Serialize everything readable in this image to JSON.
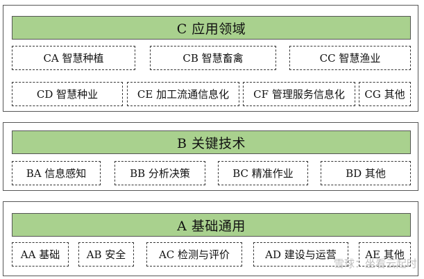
{
  "sections": {
    "c": {
      "title": "C 应用领域",
      "items": [
        "CA 智慧种植",
        "CB 智慧畜禽",
        "CC 智慧渔业",
        "CD 智慧种业",
        "CE 加工流通信息化",
        "CF 管理服务信息化",
        "CG 其他"
      ]
    },
    "b": {
      "title": "B 关键技术",
      "items": [
        "BA 信息感知",
        "BB 分析决策",
        "BC 精准作业",
        "BD 其他"
      ]
    },
    "a": {
      "title": "A 基础通用",
      "items": [
        "AA 基础",
        "AB 安全",
        "AC 检测与评价",
        "AD 建设与运营",
        "AE 其他"
      ]
    }
  },
  "colors": {
    "title_fill": "#a9d18e",
    "border": "#555555"
  },
  "watermark": "雪球：坐看云起时"
}
